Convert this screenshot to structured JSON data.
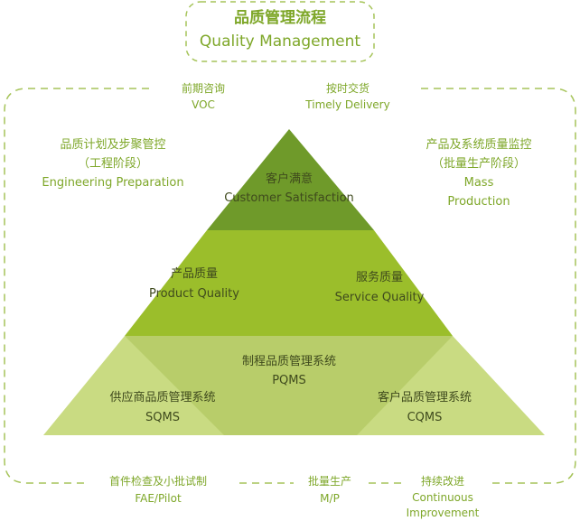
{
  "title": {
    "zh": "品质管理流程",
    "en": "Quality Management"
  },
  "outer_labels": {
    "voc": {
      "zh": "前期咨询",
      "en": "VOC"
    },
    "timely_delivery": {
      "zh": "按时交货",
      "en": "Timely Delivery"
    },
    "engineering": {
      "zh": "品质计划及步聚管控",
      "zh2": "（工程阶段）",
      "en": "Engineering Preparation"
    },
    "mass_production": {
      "zh": "产品及系统质量监控",
      "zh2": "（批量生产阶段）",
      "en1": "Mass",
      "en2": "Production"
    },
    "fae_pilot": {
      "zh": "首件检查及小批试制",
      "en": "FAE/Pilot"
    },
    "mp": {
      "zh": "批量生产",
      "en": "M/P"
    },
    "continuous": {
      "zh": "持续改进",
      "en1": "Continuous",
      "en2": "Improvement"
    }
  },
  "pyramid": {
    "top": {
      "zh": "客户满意",
      "en": "Customer Satisfaction"
    },
    "product_quality": {
      "zh": "产品质量",
      "en": "Product Quality"
    },
    "service_quality": {
      "zh": "服务质量",
      "en": "Service Quality"
    },
    "pqms": {
      "zh": "制程品质管理系统",
      "en": "PQMS"
    },
    "sqms": {
      "zh": "供应商品质管理系统",
      "en": "SQMS"
    },
    "cqms": {
      "zh": "客户品质管理系统",
      "en": "CQMS"
    }
  },
  "colors": {
    "top": "#6f9a2a",
    "middle": "#9bbe2b",
    "bottom_sides": "#c9db82",
    "bottom_center": "#b8cd6a",
    "accent": "#7ea729",
    "border_dash": "#a6c45a"
  }
}
